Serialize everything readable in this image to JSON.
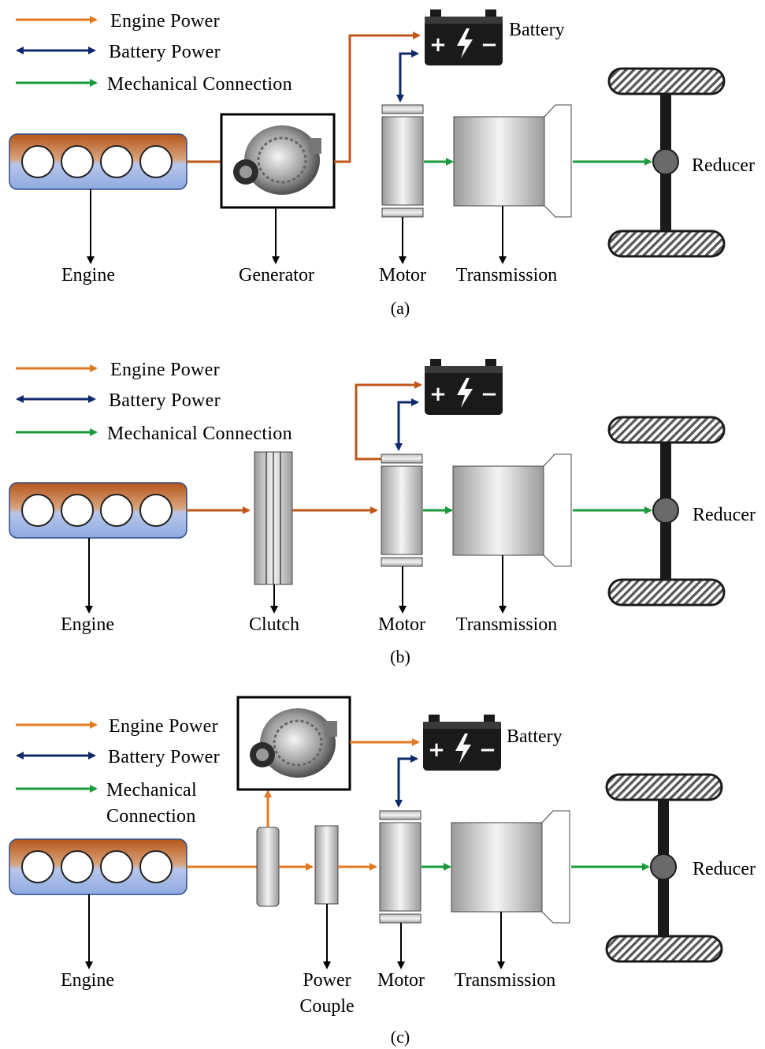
{
  "legend": {
    "engine_power": "Engine Power",
    "battery_power": "Battery Power",
    "mechanical_connection": "Mechanical Connection",
    "mechanical_connection_line1": "Mechanical",
    "mechanical_connection_line2": "Connection"
  },
  "labels": {
    "engine": "Engine",
    "generator": "Generator",
    "clutch": "Clutch",
    "motor": "Motor",
    "transmission": "Transmission",
    "battery": "Battery",
    "reducer": "Reducer",
    "power_couple_line1": "Power",
    "power_couple_line2": "Couple"
  },
  "battery_symbols": {
    "plus": "+",
    "bolt": "⚡",
    "minus": "−"
  },
  "captions": {
    "a": "(a)",
    "b": "(b)",
    "c": "(c)"
  },
  "colors": {
    "engine_power": "#e07b22",
    "engine_power_dark": "#c0571a",
    "battery_power": "#10296b",
    "mechanical": "#1a9a3c"
  }
}
